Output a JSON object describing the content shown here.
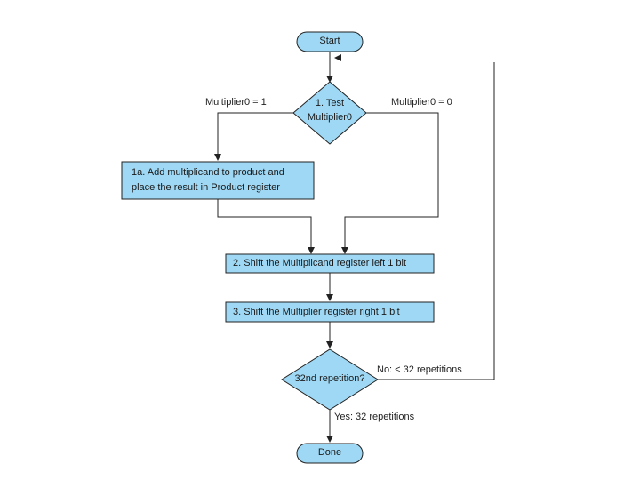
{
  "colors": {
    "node_fill": "#9fd8f4",
    "stroke": "#222222",
    "arrow": "#222222"
  },
  "nodes": {
    "start": "Start",
    "test_line1": "1. Test",
    "test_line2": "Multiplier0",
    "step1a_line1": "1a. Add multiplicand to product and",
    "step1a_line2": "place the result in Product register",
    "step2": "2. Shift the Multiplicand register left 1 bit",
    "step3": "3. Shift the Multiplier register right 1 bit",
    "decision": "32nd repetition?",
    "done": "Done"
  },
  "edge_labels": {
    "multiplier_one": "Multiplier0 = 1",
    "multiplier_zero": "Multiplier0 = 0",
    "no_branch": "No: < 32 repetitions",
    "yes_branch": "Yes: 32 repetitions"
  }
}
